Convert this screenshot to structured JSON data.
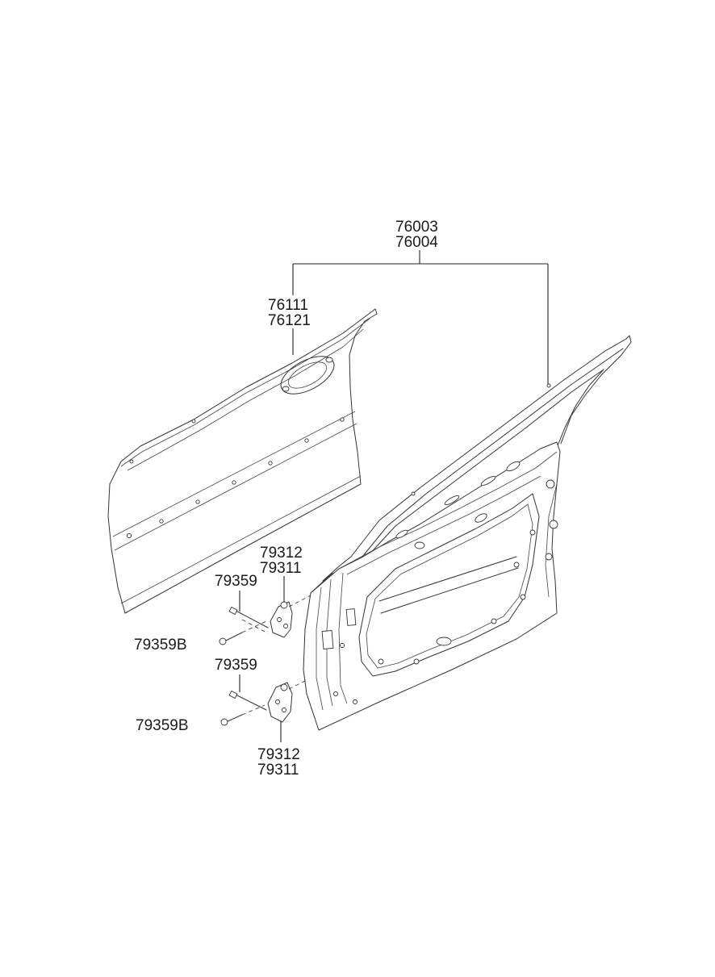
{
  "labels": {
    "top_assembly_1": "76003",
    "top_assembly_2": "76004",
    "outer_panel_1": "76111",
    "outer_panel_2": "76121",
    "upper_hinge_1": "79312",
    "upper_hinge_2": "79311",
    "upper_bolt": "79359",
    "upper_bolt_b": "79359B",
    "lower_bolt": "79359",
    "lower_bolt_b": "79359B",
    "lower_hinge_1": "79312",
    "lower_hinge_2": "79311"
  },
  "colors": {
    "line": "#333333",
    "text": "#1a1a1a",
    "background": "#ffffff"
  }
}
